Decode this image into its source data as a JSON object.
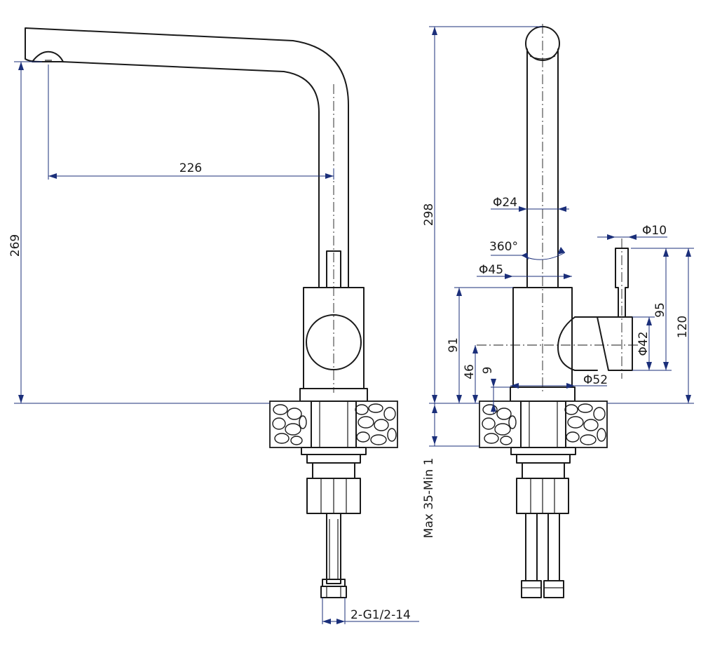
{
  "dimensions": {
    "spout_reach": "226",
    "spout_height": "269",
    "total_height": "298",
    "spout_diameter": "Φ24",
    "rotation": "360°",
    "handle_diameter": "Φ10",
    "body_diameter": "Φ45",
    "lever_length": "95",
    "lever_height": "120",
    "handle_center_height": "91",
    "cartridge_height": "46",
    "base_ring": "9",
    "cartridge_diameter": "Φ42",
    "base_diameter": "Φ52",
    "deck_thickness": "Max 35-Min 1",
    "supply_hose": "2-G1/2-14"
  }
}
